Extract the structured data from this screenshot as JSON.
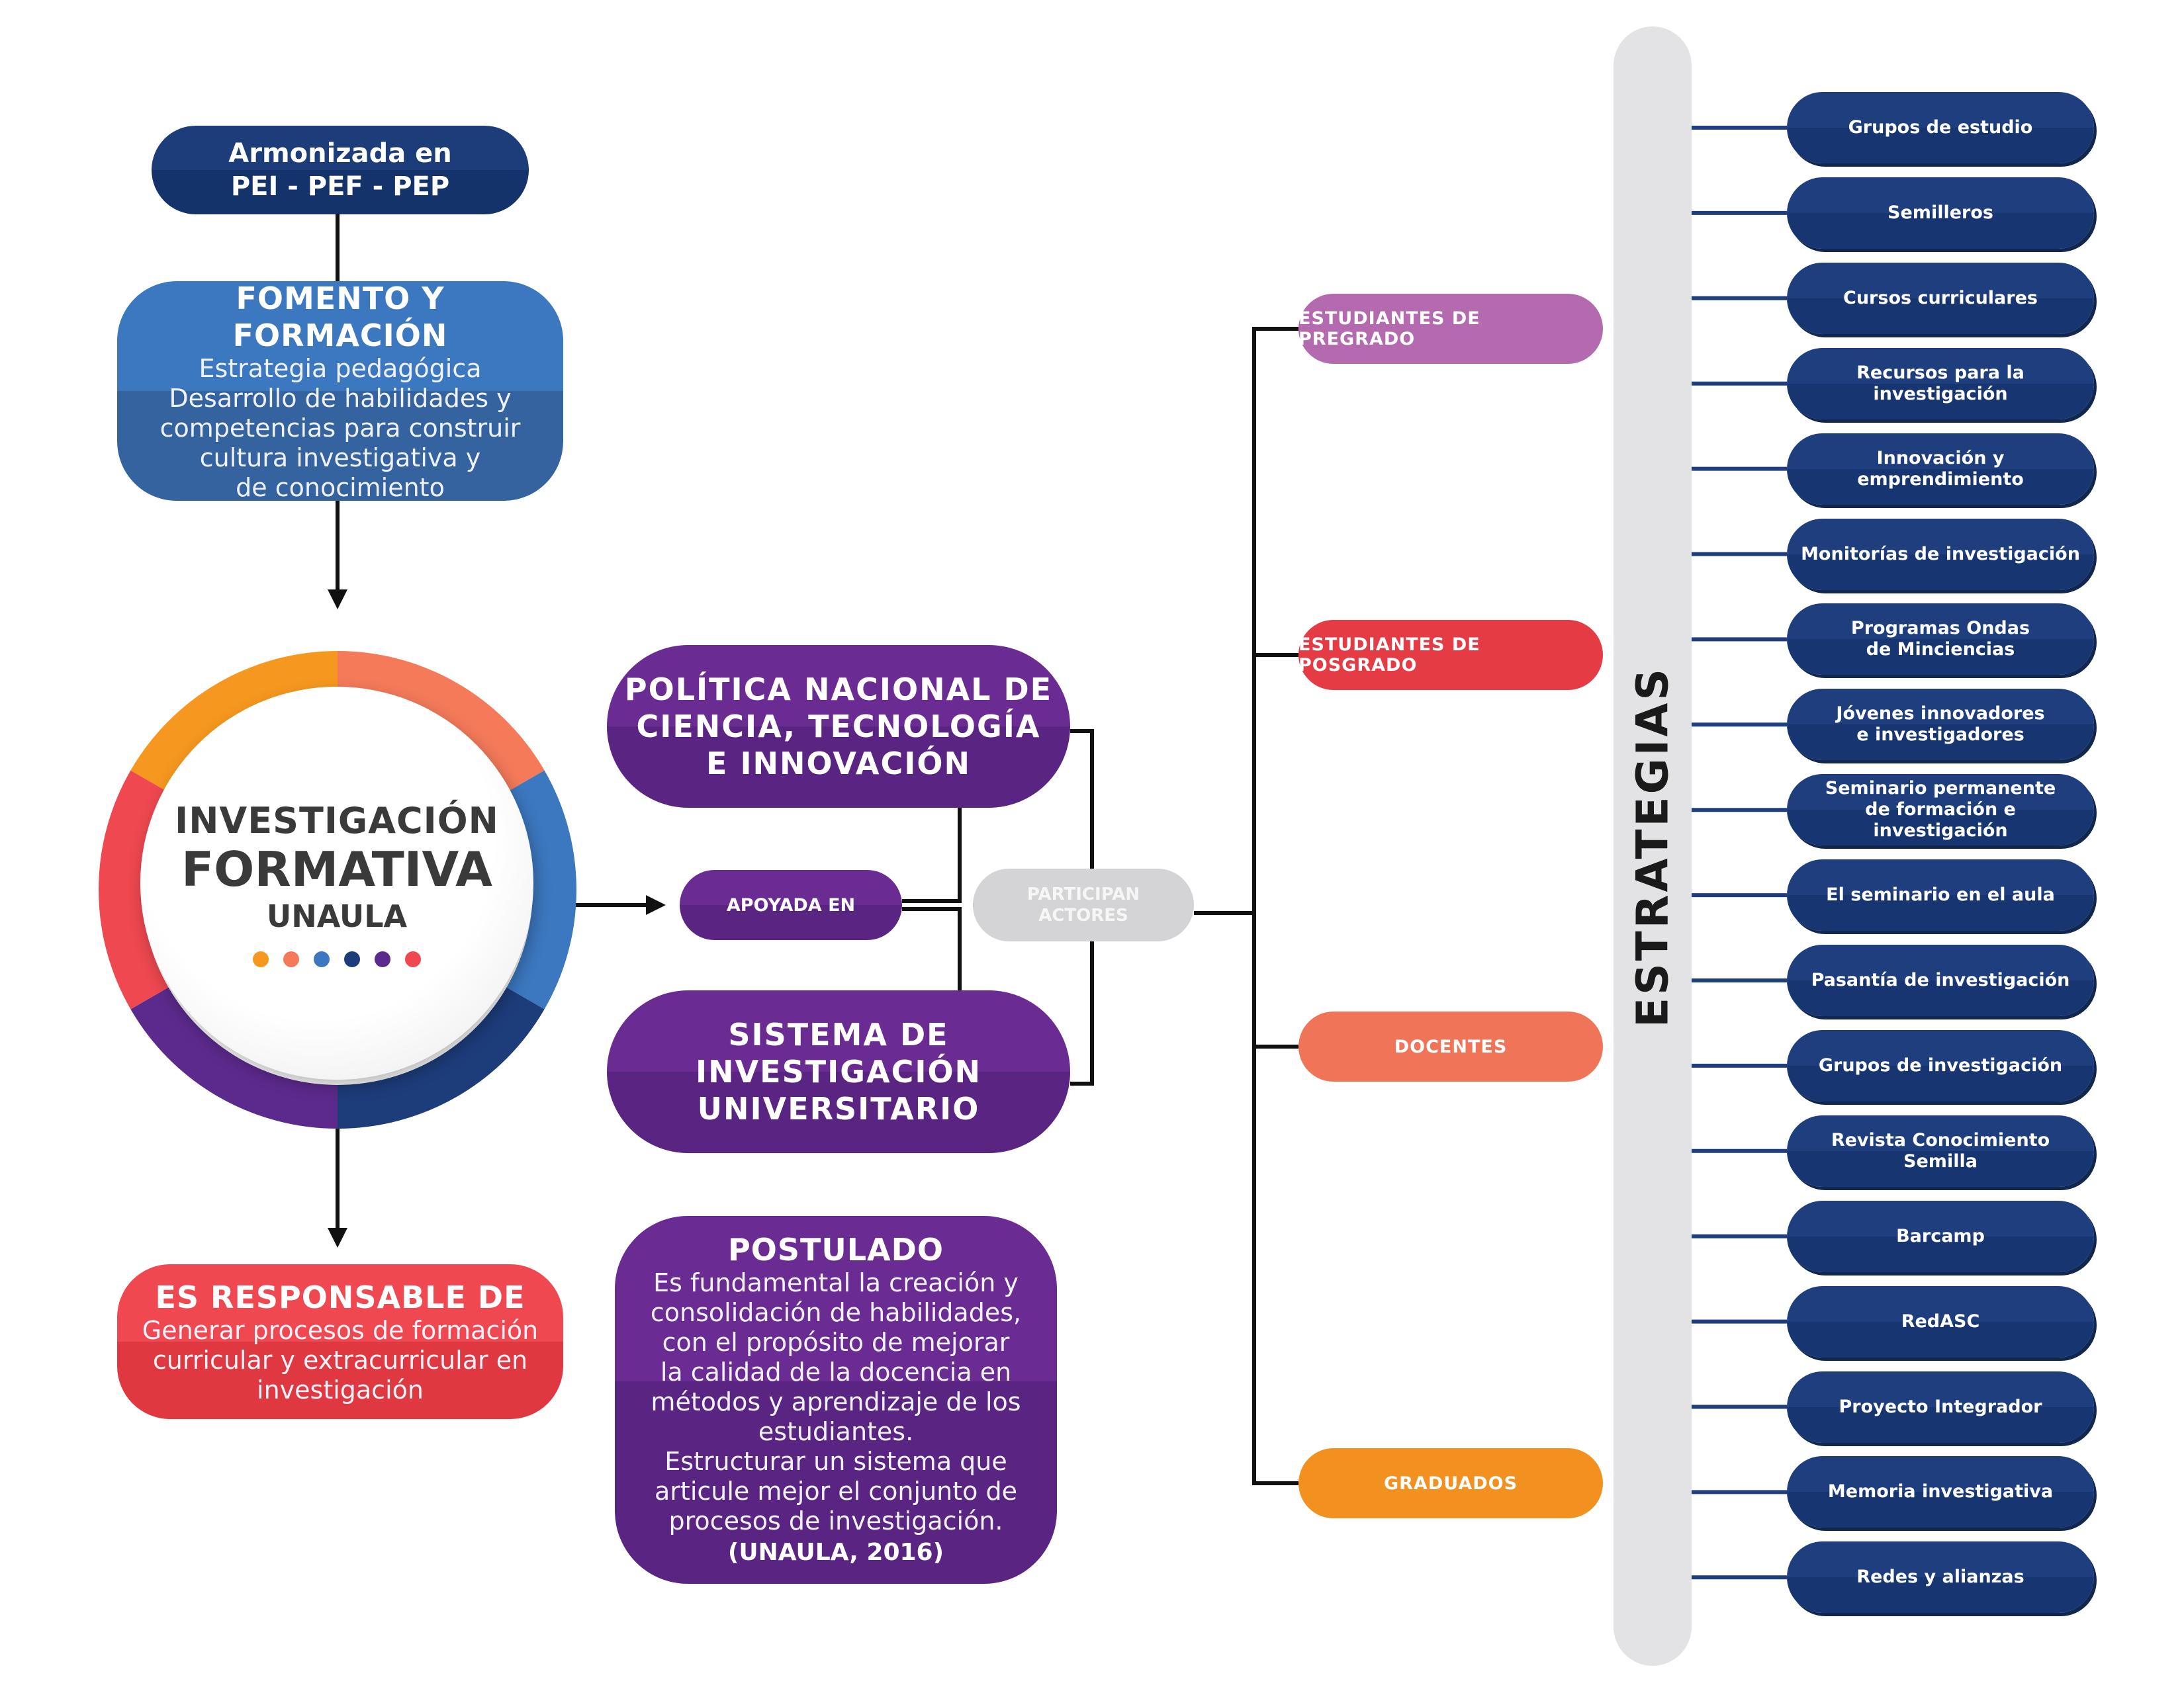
{
  "top_box": {
    "line1": "Armonizada en",
    "line2": "PEI - PEF - PEP"
  },
  "fomento": {
    "title": "FOMENTO Y FORMACIÓN",
    "lines": [
      "Estrategia pedagógica",
      "Desarrollo de habilidades y",
      "competencias para construir",
      "cultura investigativa y",
      "de conocimiento"
    ]
  },
  "center": {
    "line1": "INVESTIGACIÓN",
    "line2": "FORMATIVA",
    "line3": "UNAULA",
    "ring_colors": [
      "#f47a5a",
      "#3c78c0",
      "#1d3c7a",
      "#5c2a8c",
      "#ef4850",
      "#f6981f"
    ],
    "dot_colors": [
      "#f6981f",
      "#f47a5a",
      "#3c78c0",
      "#1d3c7a",
      "#5c2a8c",
      "#ef4850"
    ]
  },
  "responsable": {
    "title": "ES RESPONSABLE DE",
    "lines": [
      "Generar procesos de formación",
      "curricular y extracurricular en",
      "investigación"
    ]
  },
  "politica": {
    "lines": [
      "POLÍTICA NACIONAL DE",
      "CIENCIA, TECNOLOGÍA",
      "E INNOVACIÓN"
    ]
  },
  "apoyada": {
    "label": "APOYADA EN"
  },
  "sistema": {
    "lines": [
      "SISTEMA DE",
      "INVESTIGACIÓN",
      "UNIVERSITARIO"
    ]
  },
  "participan": {
    "line1": "PARTICIPAN",
    "line2": "ACTORES"
  },
  "postulado": {
    "title": "POSTULADO",
    "lines": [
      "Es fundamental la creación y",
      "consolidación de habilidades,",
      "con el propósito de mejorar",
      "la calidad de la docencia en",
      "métodos y aprendizaje de los",
      "estudiantes.",
      "Estructurar un sistema que",
      "articule mejor el conjunto de",
      "procesos de investigación."
    ],
    "reference": "(UNAULA, 2016)"
  },
  "actors": [
    {
      "label": "ESTUDIANTES DE PREGRADO",
      "color": "#b46aae"
    },
    {
      "label": "ESTUDIANTES DE POSGRADO",
      "color": "#e53b45"
    },
    {
      "label": "DOCENTES",
      "color": "#f07558"
    },
    {
      "label": "GRADUADOS",
      "color": "#f29020"
    }
  ],
  "strategies_title": "ESTRATEGIAS",
  "strategies": [
    [
      "Grupos de estudio"
    ],
    [
      "Semilleros"
    ],
    [
      "Cursos curriculares"
    ],
    [
      "Recursos para la investigación"
    ],
    [
      "Innovación y emprendimiento"
    ],
    [
      "Monitorías de investigación"
    ],
    [
      "Programas Ondas",
      "de Minciencias"
    ],
    [
      "Jóvenes innovadores",
      "e investigadores"
    ],
    [
      "Seminario permanente",
      "de formación e investigación"
    ],
    [
      "El seminario en el aula"
    ],
    [
      "Pasantía de investigación"
    ],
    [
      "Grupos de investigación"
    ],
    [
      "Revista Conocimiento Semilla"
    ],
    [
      "Barcamp"
    ],
    [
      "RedASC"
    ],
    [
      "Proyecto Integrador"
    ],
    [
      "Memoria investigativa"
    ],
    [
      "Redes y alianzas"
    ]
  ]
}
